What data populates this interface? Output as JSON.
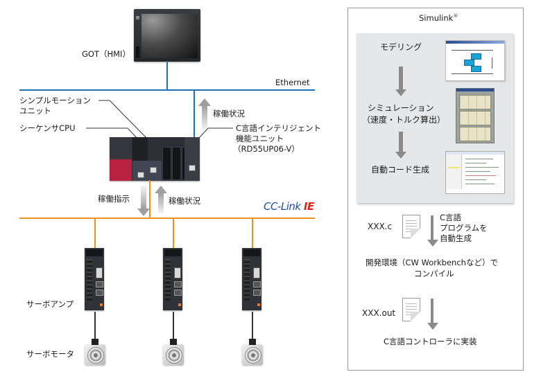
{
  "left_diagram": {
    "hmi_label": "GOT（HMI）",
    "ethernet_label": "Ethernet",
    "simple_motion_label_line1": "シンプルモーション",
    "simple_motion_label_line2": "ユニット",
    "sequencer_cpu_label": "シーケンサCPU",
    "c_unit_label_line1": "C言語インテリジェント",
    "c_unit_label_line2": "機能ユニット",
    "c_unit_label_line3": "（RD55UP06-V）",
    "status_up_label_top": "稼働状況",
    "command_down_label": "稼働指示",
    "status_up_label_bottom": "稼働状況",
    "cclink_logo_main": "CC-Link ",
    "cclink_logo_ie": "IE",
    "servo_amp_label": "サーボアンプ",
    "servo_motor_label": "サーボモータ",
    "colors": {
      "ethernet_line": "#1f6fb8",
      "cclink_line": "#f0901e",
      "cclink_blue": "#1d4fa0",
      "cclink_red": "#e2231a"
    }
  },
  "right_panel": {
    "title": "Simulink",
    "title_mark": "®",
    "steps": {
      "modeling": "モデリング",
      "simulation_line1": "シミュレーション",
      "simulation_line2": "（速度・トルク算出）",
      "codegen": "自動コード生成"
    },
    "source_file": "XXX.c",
    "auto_gen_line1": "C言語",
    "auto_gen_line2": "プログラムを",
    "auto_gen_line3": "自動生成",
    "compile_line1": "開発環境（CW Workbenchなど）で",
    "compile_line2": "コンパイル",
    "output_file": "XXX.out",
    "deploy_label": "C言語コントローラに実装"
  }
}
